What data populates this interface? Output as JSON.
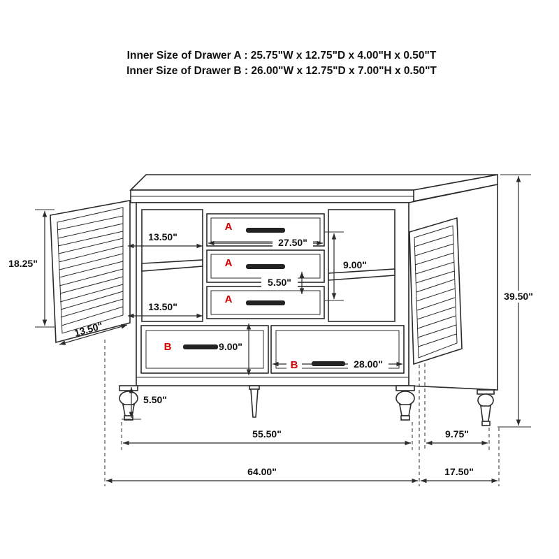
{
  "title": {
    "line1": "Inner Size of Drawer A : 25.75\"W x 12.75\"D x 4.00\"H x 0.50\"T",
    "line2": "Inner Size of Drawer B : 26.00\"W x 12.75\"D x 7.00\"H x 0.50\"T"
  },
  "labels": {
    "drawer_a": "A",
    "drawer_b": "B"
  },
  "dimensions": {
    "shelf_top_width": "13.50\"",
    "door_height": "18.25\"",
    "drawer_a_width": "27.50\"",
    "drawer_stack_height": "9.00\"",
    "drawer_a_height": "5.50\"",
    "shelf_bottom_width": "13.50\"",
    "door_width": "13.50\"",
    "drawer_b_height": "9.00\"",
    "drawer_b_width": "28.00\"",
    "leg_height": "5.50\"",
    "total_height": "39.50\"",
    "leg_span": "55.50\"",
    "back_leg_offset": "9.75\"",
    "total_width": "64.00\"",
    "total_depth": "17.50\""
  },
  "colors": {
    "line": "#2b2b2b",
    "label_red": "#d40000",
    "background": "#ffffff"
  }
}
